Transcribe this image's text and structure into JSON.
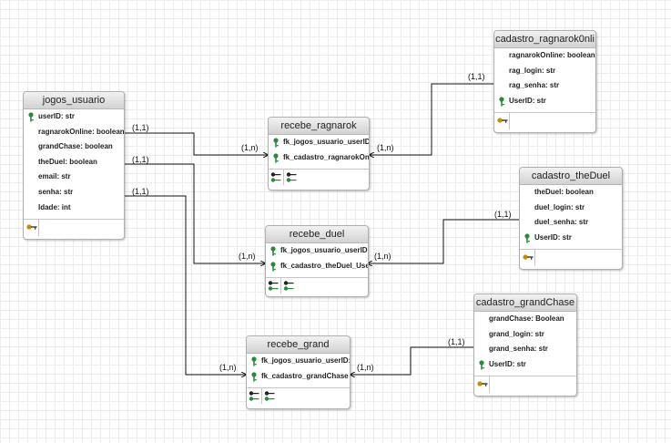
{
  "entities": {
    "jogos_usuario": {
      "title": "jogos_usuario",
      "fields": [
        "userID: str",
        "ragnarokOnline: boolean",
        "grandChase: boolean",
        "theDuel: boolean",
        "email: str",
        "senha: str",
        "Idade: int"
      ]
    },
    "recebe_ragnarok": {
      "title": "recebe_ragnarok",
      "fields": [
        "fk_jogos_usuario_userID:",
        "fk_cadastro_ragnarokOnli"
      ]
    },
    "recebe_duel": {
      "title": "recebe_duel",
      "fields": [
        "fk_jogos_usuario_userID:",
        "fk_cadastro_theDuel_Use"
      ]
    },
    "recebe_grand": {
      "title": "recebe_grand",
      "fields": [
        "fk_jogos_usuario_userID:",
        "fk_cadastro_grandChase"
      ]
    },
    "cadastro_ragnarok": {
      "title": "cadastro_ragnarok0nli",
      "fields": [
        "ragnarokOnline: boolean",
        "rag_login: str",
        "rag_senha: str",
        "UserID: str"
      ]
    },
    "cadastro_theDuel": {
      "title": "cadastro_theDuel",
      "fields": [
        "theDuel: boolean",
        "duel_login: str",
        "duel_senha: str",
        "UserID: str"
      ]
    },
    "cadastro_grandChase": {
      "title": "cadastro_grandChase",
      "fields": [
        "grandChase: Boolean",
        "grand_login: str",
        "grand_senha: str",
        "UserID: str"
      ]
    }
  },
  "cardinalities": {
    "ju_ragnarok": "(1,1)",
    "ju_duel": "(1,1)",
    "ju_grand": "(1,1)",
    "rr_left": "(1,n)",
    "rd_left": "(1,n)",
    "rg_left": "(1,n)",
    "rr_right": "(1,n)",
    "rd_right": "(1,n)",
    "rg_right": "(1,n)",
    "cad_ragnarok": "(1,1)",
    "cad_duel": "(1,1)",
    "cad_grand": "(1,1)"
  },
  "colors": {
    "pk_key": "#2a8a3a",
    "fk_key": "#2a8a3a",
    "pk_gold": "#c98b00",
    "line": "#111111"
  }
}
